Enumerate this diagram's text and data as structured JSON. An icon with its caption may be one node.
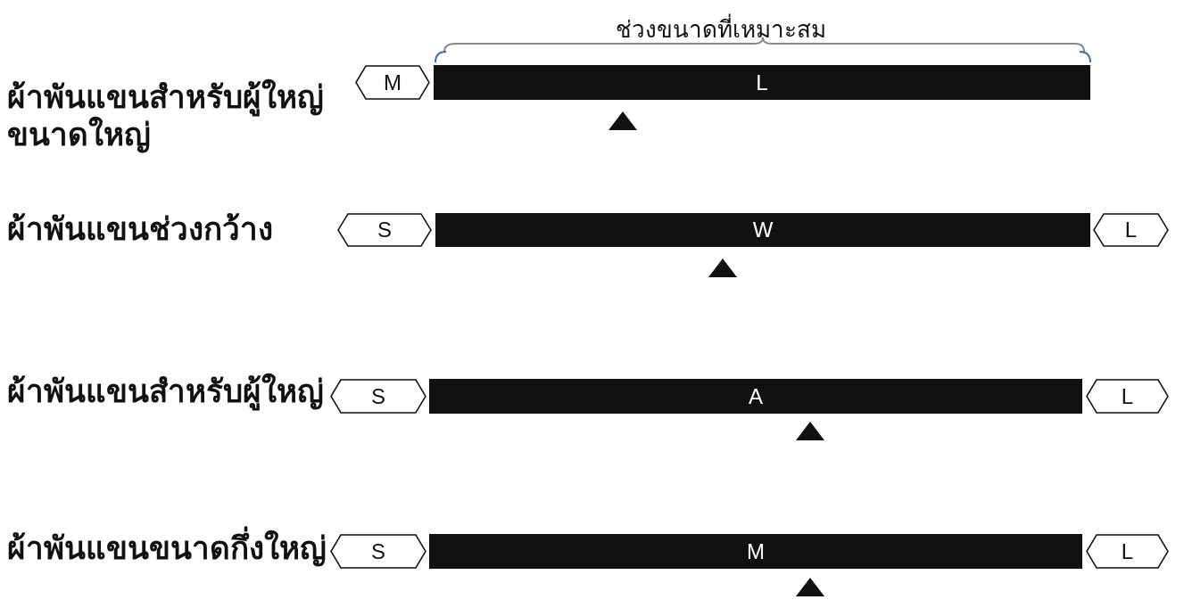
{
  "diagram": {
    "nodes": [
      {
        "text": [
          "M"
        ]
      },
      {
        "text": [
          "L"
        ]
      },
      {
        "text": [
          "S"
        ]
      },
      {
        "text": [
          "W"
        ]
      },
      {
        "text": [
          "L"
        ]
      },
      {
        "text": [
          "S"
        ]
      },
      {
        "text": [
          "A"
        ]
      },
      {
        "text": [
          "L"
        ]
      },
      {
        "text": [
          "S"
        ]
      },
      {
        "text": [
          "M"
        ]
      },
      {
        "text": [
          "L"
        ]
      }
    ],
    "labels": [
      "ช่วงขนาดที่เหมาะสม",
      "ผ้าพันแขนสำหรับผู้ใหญ่ขนาดใหญ่",
      "ผ้าพันแขนช่วงกว้าง",
      "ผ้าพันแขนสำหรับผู้ใหญ่",
      "ผ้าพันแขนขนาดกึ่งใหญ่"
    ]
  }
}
